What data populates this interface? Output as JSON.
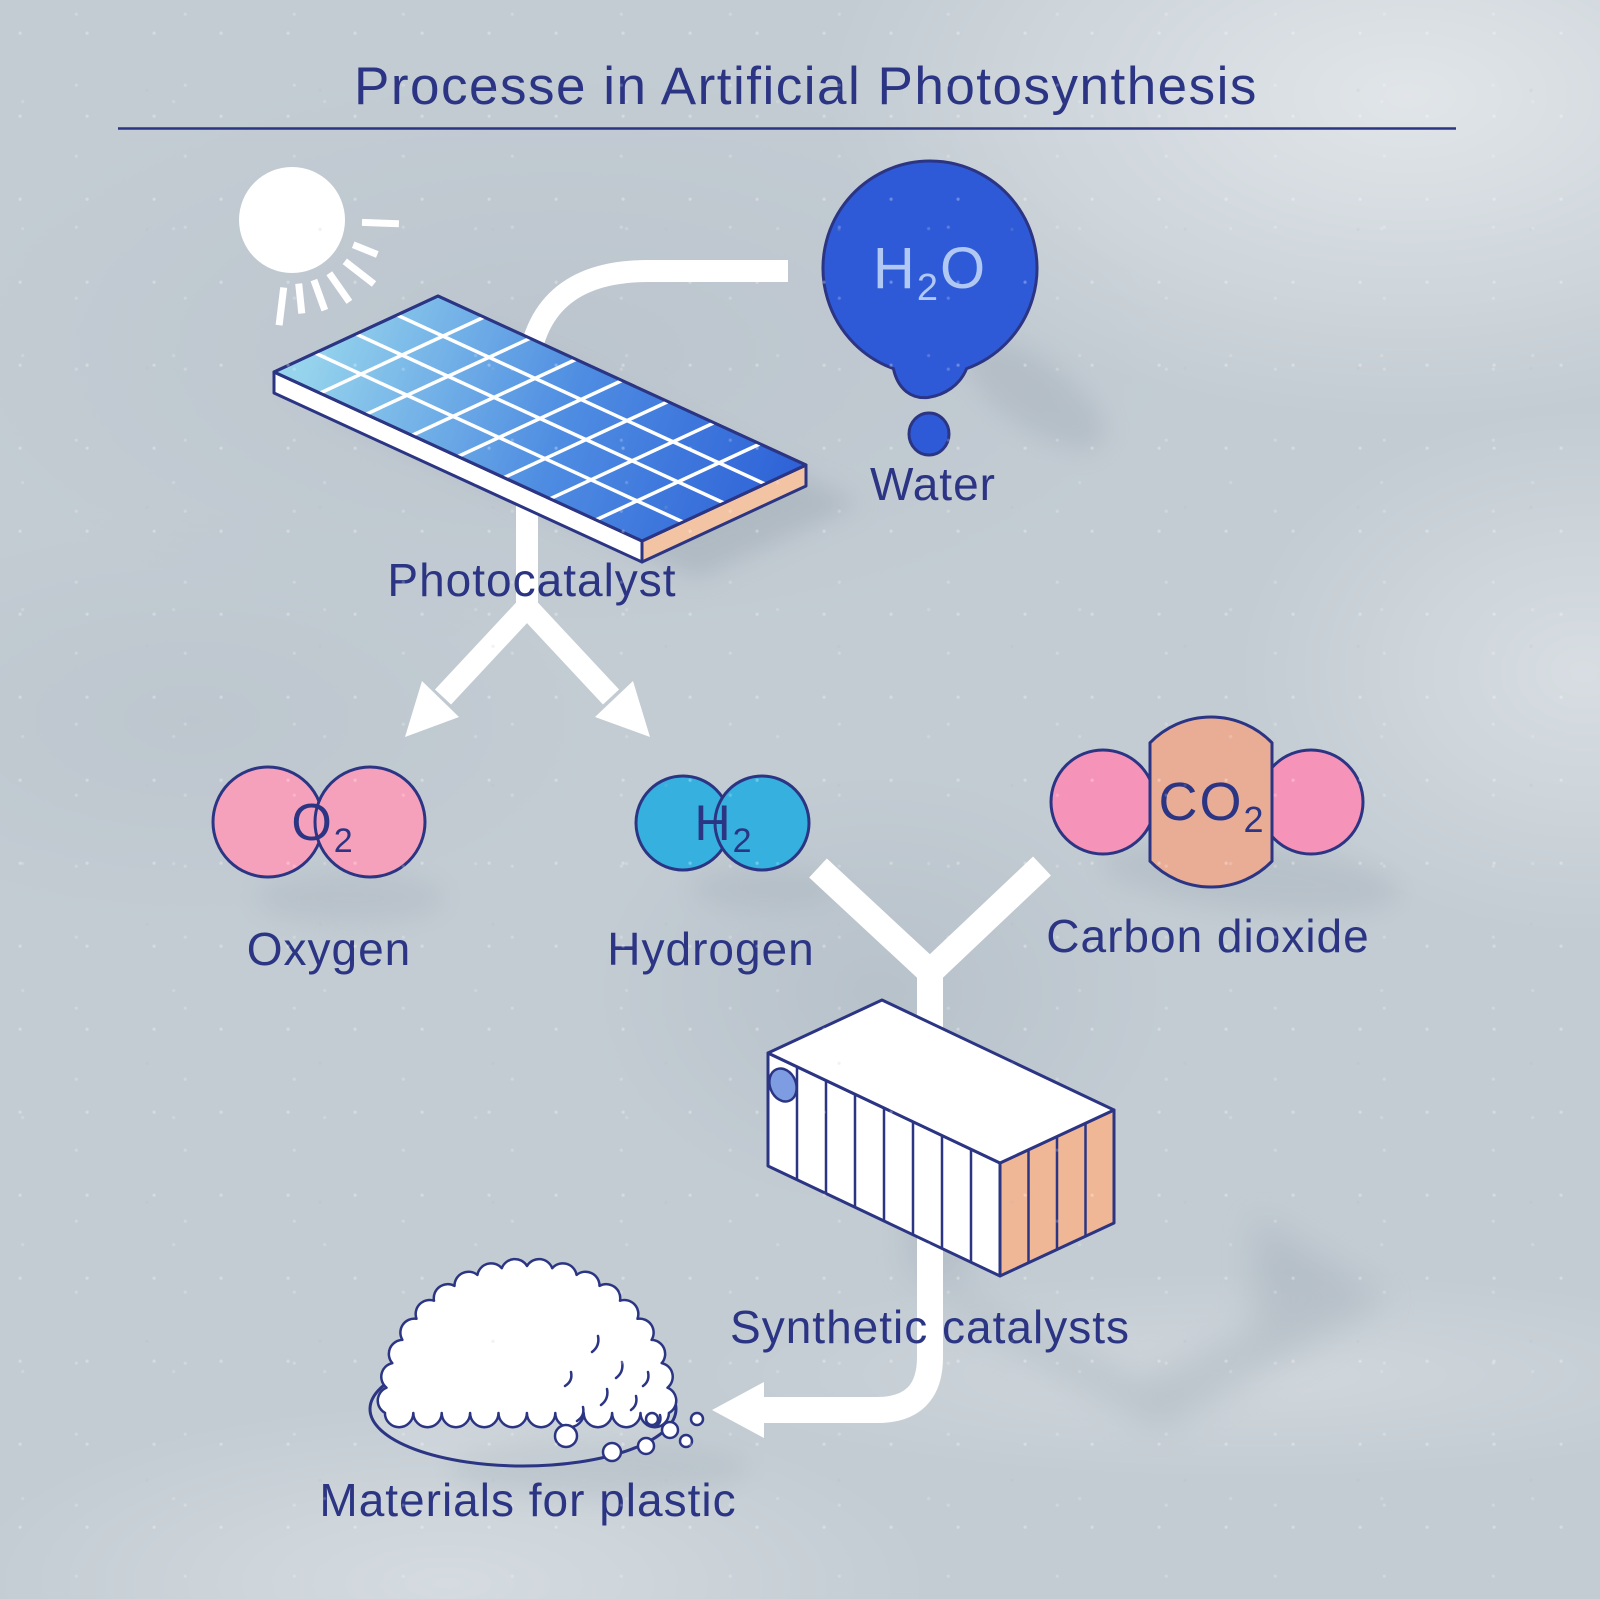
{
  "title": "Processe in Artificial Photosynthesis",
  "icons": {
    "sun": "sun-icon"
  },
  "nodes": {
    "water": {
      "formula": {
        "pre": "H",
        "sub": "2",
        "post": "O"
      },
      "label": "Water"
    },
    "photocatalyst": {
      "label": "Photocatalyst"
    },
    "oxygen": {
      "formula": {
        "pre": "O",
        "sub": "2",
        "post": ""
      },
      "label": "Oxygen"
    },
    "hydrogen": {
      "formula": {
        "pre": "H",
        "sub": "2",
        "post": ""
      },
      "label": "Hydrogen"
    },
    "carbon_dioxide": {
      "formula": {
        "pre": "CO",
        "sub": "2",
        "post": ""
      },
      "label": "Carbon dioxide"
    },
    "synthetic_catalysts": {
      "label": "Synthetic catalysts"
    },
    "materials_for_plastic": {
      "label": "Materials for plastic"
    }
  },
  "colors": {
    "background": "#c3ccd3",
    "ink": "#2b3583",
    "arrow": "#ffffff",
    "water_blue": "#2e5ad8",
    "water_formula": "#b0c8f2",
    "hydrogen_cyan": "#36b1df",
    "oxygen_pink": "#f6a1bc",
    "co2_pink": "#f693b9",
    "co2_tan": "#e9ad96",
    "panel_blue_light": "#96d4ed",
    "panel_blue_mid": "#4f8de2",
    "panel_blue_dark": "#2b5ed6",
    "panel_edge_peach": "#f3c4a4",
    "box_peach": "#efb795",
    "box_porthole_blue": "#7e9ce2",
    "sun_white": "#ffffff"
  }
}
